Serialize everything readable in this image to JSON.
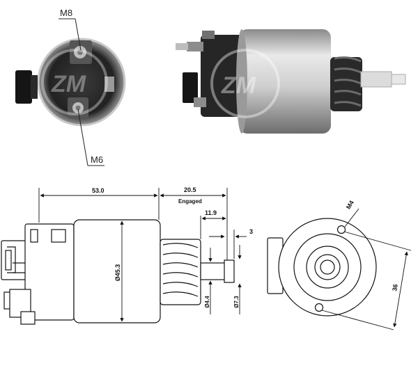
{
  "photo_labels": {
    "stud_large": "M8",
    "stud_small": "M6"
  },
  "side_view": {
    "body_length": "53.0",
    "engaged_length": "20.5",
    "engaged_note": "Engaged",
    "stroke": "11.9",
    "plunger_tip": "3",
    "body_diameter": "Ø45.3",
    "spring_diameter": "Ø4.4",
    "tip_diameter": "Ø7.3"
  },
  "front_view": {
    "mount_thread": "M4",
    "mount_spacing": "36"
  },
  "colors": {
    "line": "#111111",
    "body_fill": "#ffffff",
    "photo_metal": "#c8c8c8",
    "photo_dark": "#1c1c1c"
  }
}
